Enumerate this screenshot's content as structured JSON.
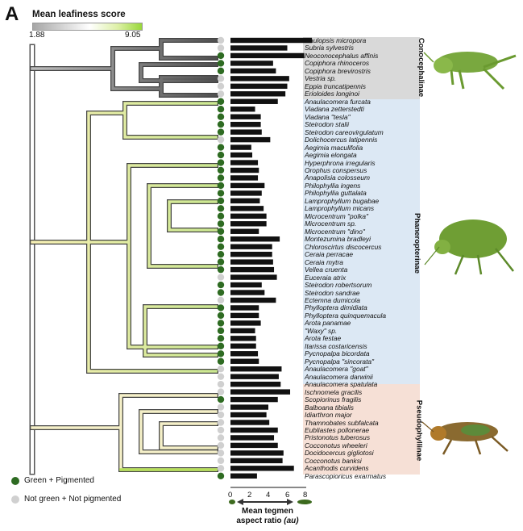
{
  "panel_label": "A",
  "legend": {
    "title": "Mean leafiness score",
    "min": "1.88",
    "max": "9.05",
    "green_label": "Green + Pigmented",
    "grey_label": "Not green + Not pigmented"
  },
  "axis": {
    "title_line1": "Mean tegmen",
    "title_line2": "aspect ratio",
    "title_unit": "(au)",
    "ticks": [
      "0",
      "2",
      "4",
      "6",
      "8"
    ]
  },
  "subfamilies": [
    "Conocephalinae",
    "Phaneropterinae",
    "Pseudophyllinae"
  ],
  "colors": {
    "green_dot": "#2e6b22",
    "grey_dot": "#d0d0d0",
    "conocephalinae_bg": "#d9d9d9",
    "phaneropterinae_bg": "#dce8f4",
    "pseudophyllinae_bg": "#f6e0d6"
  },
  "species": [
    {
      "name": "Caulopsis micropora",
      "ratio": 8.6,
      "green": false
    },
    {
      "name": "Subria sylvestris",
      "ratio": 6.0,
      "green": false
    },
    {
      "name": "Neoconocephalus affinis",
      "ratio": 7.8,
      "green": true
    },
    {
      "name": "Copiphora rhinoceros",
      "ratio": 4.5,
      "green": true
    },
    {
      "name": "Copiphora brevirostris",
      "ratio": 4.8,
      "green": true
    },
    {
      "name": "Vestria sp.",
      "ratio": 6.2,
      "green": false
    },
    {
      "name": "Eppia truncatipennis",
      "ratio": 6.0,
      "green": false
    },
    {
      "name": "Erioloides longinoi",
      "ratio": 5.8,
      "green": false
    },
    {
      "name": "Anaulacomera furcata",
      "ratio": 5.0,
      "green": true
    },
    {
      "name": "Viadana zetterstedti",
      "ratio": 2.6,
      "green": true
    },
    {
      "name": "Viadana \"tesla\"",
      "ratio": 3.2,
      "green": true
    },
    {
      "name": "Steirodon stalii",
      "ratio": 3.2,
      "green": true
    },
    {
      "name": "Steirodon careovirgulatum",
      "ratio": 3.3,
      "green": true
    },
    {
      "name": "Dolichocercus latipennis",
      "ratio": 4.2,
      "green": false
    },
    {
      "name": "Aegimia maculifolia",
      "ratio": 2.2,
      "green": true
    },
    {
      "name": "Aegimia elongata",
      "ratio": 2.3,
      "green": true
    },
    {
      "name": "Hyperphrona irregularis",
      "ratio": 2.9,
      "green": true
    },
    {
      "name": "Orophus conspersus",
      "ratio": 3.0,
      "green": true
    },
    {
      "name": "Anapolisia colosseum",
      "ratio": 2.9,
      "green": true
    },
    {
      "name": "Philophyllia ingens",
      "ratio": 3.6,
      "green": true
    },
    {
      "name": "Philophyllia guttalata",
      "ratio": 3.3,
      "green": true
    },
    {
      "name": "Lamprophyllum bugabae",
      "ratio": 3.1,
      "green": true
    },
    {
      "name": "Lamprophyllum micans",
      "ratio": 3.5,
      "green": true
    },
    {
      "name": "Microcentrum \"polka\"",
      "ratio": 3.8,
      "green": true
    },
    {
      "name": "Microcentrum sp.",
      "ratio": 3.8,
      "green": true
    },
    {
      "name": "Microcentrum \"dino\"",
      "ratio": 3.0,
      "green": true
    },
    {
      "name": "Montezumina bradleyi",
      "ratio": 5.2,
      "green": true
    },
    {
      "name": "Chloroscirtus discocercus",
      "ratio": 4.4,
      "green": true
    },
    {
      "name": "Ceraia perracae",
      "ratio": 4.4,
      "green": true
    },
    {
      "name": "Ceraia mytra",
      "ratio": 4.5,
      "green": true
    },
    {
      "name": "Vellea cruenta",
      "ratio": 4.6,
      "green": true
    },
    {
      "name": "Euceraia atrix",
      "ratio": 4.9,
      "green": false
    },
    {
      "name": "Steirodon robertsorum",
      "ratio": 3.3,
      "green": true
    },
    {
      "name": "Steirodon sandrae",
      "ratio": 3.6,
      "green": true
    },
    {
      "name": "Ectemna dumicola",
      "ratio": 4.8,
      "green": false
    },
    {
      "name": "Phylloptera dimidiata",
      "ratio": 3.0,
      "green": true
    },
    {
      "name": "Phylloptera quinquemacula",
      "ratio": 3.0,
      "green": true
    },
    {
      "name": "Arota panamae",
      "ratio": 3.2,
      "green": true
    },
    {
      "name": "\"Waxy\" sp.",
      "ratio": 2.6,
      "green": true
    },
    {
      "name": "Arota festae",
      "ratio": 2.7,
      "green": true
    },
    {
      "name": "Itarissa costaricensis",
      "ratio": 2.7,
      "green": true
    },
    {
      "name": "Pycnopalpa bicordata",
      "ratio": 2.9,
      "green": true
    },
    {
      "name": "Pycnopalpa \"sincorata\"",
      "ratio": 3.0,
      "green": true
    },
    {
      "name": "Anaulacomera \"goat\"",
      "ratio": 5.4,
      "green": false
    },
    {
      "name": "Anaulacomera darwinii",
      "ratio": 5.1,
      "green": false
    },
    {
      "name": "Anaulacomera spatulata",
      "ratio": 5.3,
      "green": false
    },
    {
      "name": "Ischnomela gracilis",
      "ratio": 6.3,
      "green": false
    },
    {
      "name": "Scopiorinus fragilis",
      "ratio": 5.0,
      "green": true
    },
    {
      "name": "Balboana tibialis",
      "ratio": 4.0,
      "green": false
    },
    {
      "name": "Idiarthron major",
      "ratio": 3.8,
      "green": false
    },
    {
      "name": "Thamnobates subfalcata",
      "ratio": 4.1,
      "green": false
    },
    {
      "name": "Eubliastes pollonerae",
      "ratio": 5.0,
      "green": false
    },
    {
      "name": "Pristonotus tuberosus",
      "ratio": 4.6,
      "green": false
    },
    {
      "name": "Cocconotus wheeleri",
      "ratio": 5.0,
      "green": false
    },
    {
      "name": "Docidocercus gigliotosi",
      "ratio": 5.6,
      "green": false
    },
    {
      "name": "Cocconotus banksi",
      "ratio": 5.5,
      "green": false
    },
    {
      "name": "Acanthodis curvidens",
      "ratio": 6.7,
      "green": false
    },
    {
      "name": "Parascopioricus exarmatus",
      "ratio": 2.8,
      "green": true
    }
  ]
}
